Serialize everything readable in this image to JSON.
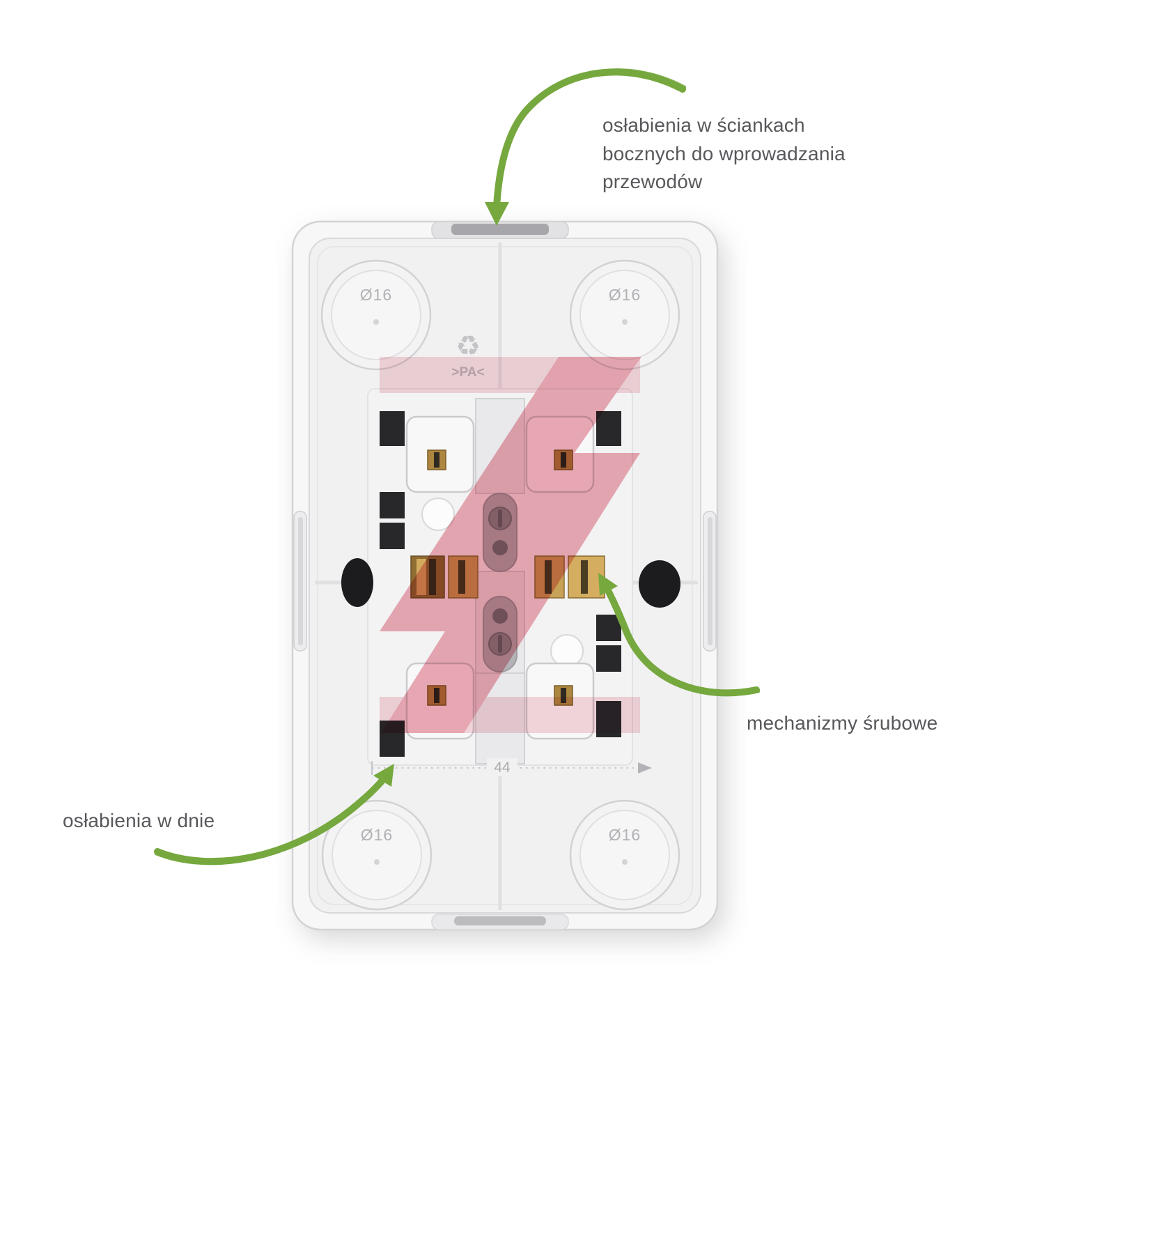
{
  "annotations": {
    "side_walls": {
      "line1": "osłabienia w ściankach",
      "line2": "bocznych do wprowadzania",
      "line3": "przewodów"
    },
    "screw_mechanisms": "mechanizmy śrubowe",
    "bottom_weakenings": "osłabienia w dnie"
  },
  "markings": {
    "knockout_diameter": "Ø16",
    "recycling_symbol": "♻",
    "material": ">PA<",
    "dimension": "44"
  },
  "colors": {
    "arrow_green": "#76a83e",
    "annotation_text": "#58585c",
    "watermark_red": "#dd5a70",
    "watermark_pink": "#edb3bd",
    "box_body": "#f7f7f8",
    "box_inner": "#f1f1f2",
    "engraving_gray": "#b2b2b6",
    "brass": "#c8a256",
    "slot_black": "#28282a"
  }
}
